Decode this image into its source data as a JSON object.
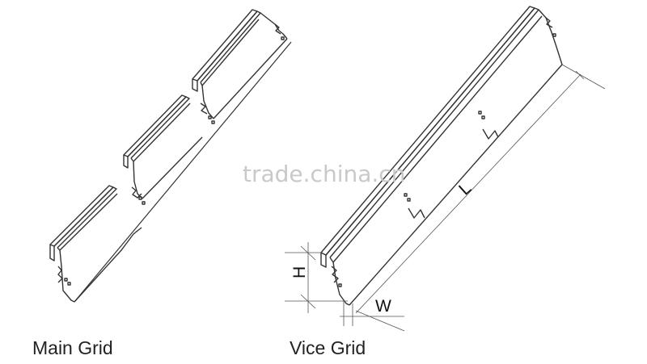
{
  "captions": {
    "main": "Main Grid",
    "vice": "Vice Grid"
  },
  "dimensions": {
    "height": "H",
    "width": "W",
    "length": "L"
  },
  "watermark": "trade.china.cn",
  "colors": {
    "line": "#333333",
    "dimension_line": "#555555",
    "watermark": "#c9c9c9"
  }
}
